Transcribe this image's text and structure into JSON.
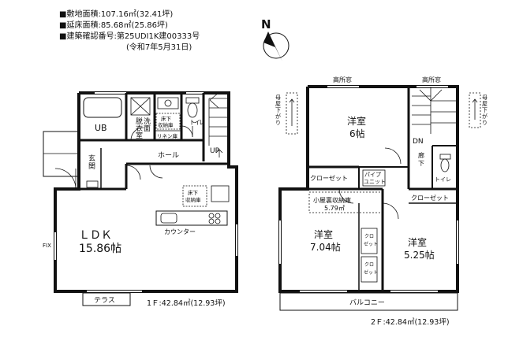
{
  "info": {
    "site_area": "■敷地面積:107.16㎡(32.41坪)",
    "floor_area": "■延床面積:85.68㎡(25.86坪)",
    "permit": "■建築確認番号:第25UDI1K建00333号",
    "permit_date": "(令和7年5月31日)"
  },
  "compass": {
    "label": "N"
  },
  "floor1": {
    "ub": "UB",
    "dressing": [
      "脱",
      "衣",
      "室"
    ],
    "washing": [
      "洗",
      "面"
    ],
    "storage": [
      "床下",
      "収納庫"
    ],
    "linen": "リネン庫",
    "toilet": [
      "ト",
      "イ",
      "レ"
    ],
    "up": "UP",
    "hall": "ホール",
    "entrance": [
      "玄",
      "関"
    ],
    "ldk_name": "ＬＤＫ",
    "ldk_size": "15.86帖",
    "underfloor": [
      "床下",
      "収納庫"
    ],
    "counter": "カウンター",
    "fix": "FIX",
    "terrace": "テラス",
    "area": "1Ｆ:42.84㎡(12.93坪)"
  },
  "floor2": {
    "high_window_1": "高所窓",
    "high_window_2": "高所窓",
    "attic_left": [
      "母",
      "屋",
      "下",
      "が",
      "り"
    ],
    "attic_right": [
      "母",
      "屋",
      "下",
      "が",
      "り"
    ],
    "room1_name": "洋室",
    "room1_size": "6帖",
    "dn": "DN",
    "corridor": [
      "廊",
      "下"
    ],
    "closet1": "クローゼット",
    "pipe": [
      "パイプ",
      "ユニット"
    ],
    "toilet": "トイレ",
    "loft_name": "小屋裏収納庫",
    "loft_size": "5.79㎡",
    "closet2": "クローゼット",
    "room2_name": "洋室",
    "room2_size": "7.04帖",
    "closet_v1": [
      "クロ",
      "ゼット"
    ],
    "closet_v2": [
      "クロ",
      "ゼット"
    ],
    "room3_name": "洋室",
    "room3_size": "5.25帖",
    "balcony": "バルコニー",
    "area": "2Ｆ:42.84㎡(12.93坪)"
  }
}
